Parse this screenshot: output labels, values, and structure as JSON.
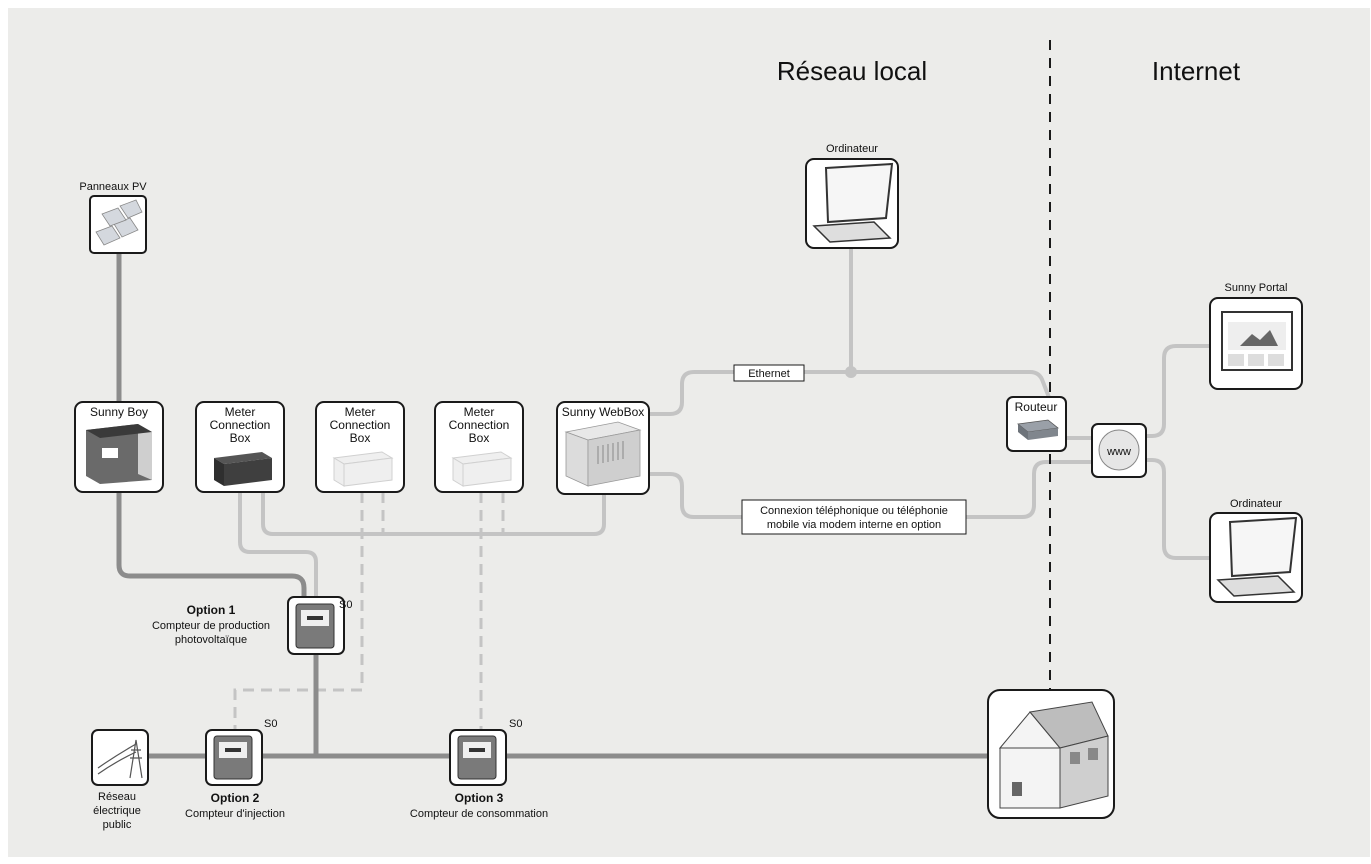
{
  "zones": {
    "local_network": "Réseau local",
    "internet": "Internet"
  },
  "devices": {
    "pv_panels": "Panneaux PV",
    "sunny_boy": "Sunny Boy",
    "meter_box_1": [
      "Meter",
      "Connection",
      "Box"
    ],
    "meter_box_2": [
      "Meter",
      "Connection",
      "Box"
    ],
    "meter_box_3": [
      "Meter",
      "Connection",
      "Box"
    ],
    "sunny_webbox": "Sunny WebBox",
    "computer_local": "Ordinateur",
    "router": "Routeur",
    "sunny_portal": "Sunny Portal",
    "computer_internet": "Ordinateur",
    "public_grid": [
      "Réseau",
      "électrique",
      "public"
    ],
    "www_icon": "www"
  },
  "connections": {
    "ethernet": "Ethernet",
    "phone_modem": [
      "Connexion téléphonique ou téléphonie",
      "mobile via modem interne en option"
    ]
  },
  "meters": {
    "option1": {
      "title": "Option 1",
      "desc": [
        "Compteur de production",
        "photovoltaïque"
      ],
      "signal": "S0"
    },
    "option2": {
      "title": "Option 2",
      "desc": [
        "Compteur d'injection"
      ],
      "signal": "S0"
    },
    "option3": {
      "title": "Option 3",
      "desc": [
        "Compteur de consommation"
      ],
      "signal": "S0"
    }
  },
  "colors": {
    "background": "#ececea",
    "power_line": "#8c8c8c",
    "data_line": "#c4c4c4",
    "divider": "#1a1a1a"
  }
}
